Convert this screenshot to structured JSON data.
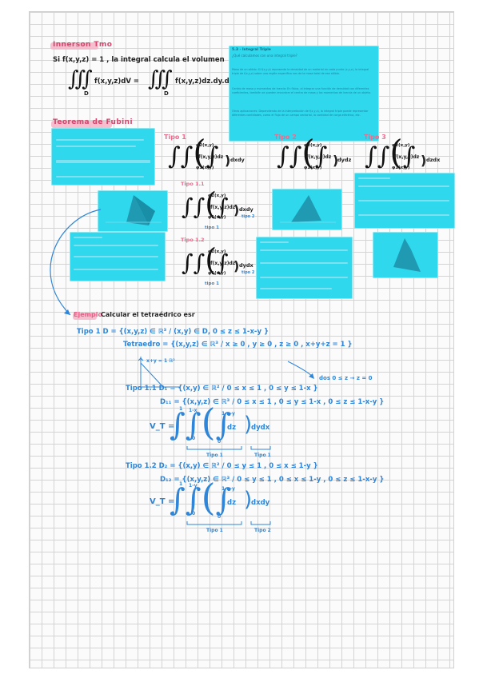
{
  "colors": {
    "accent_pink": "#d2466c",
    "accent_blue": "#2f86d8",
    "photo_cyan": "#2fd8ec",
    "highlight": "#f6b3c7"
  },
  "section1": {
    "title": "Innerson Tmo",
    "line": "Si f(x,y,z) = 1 , la integral calcula el volumen",
    "formula_left": "f(x,y,z)dV =",
    "formula_right": "f(x,y,z)dz.dy.dx",
    "sub_d": "D"
  },
  "photo_top": {
    "head": "5.3 - Integral Triple",
    "question": "¿Qué calculamos con una integral triple?",
    "p1": "Masa de un sólido: Si f(x,y,z) representa la densidad de un material en cada punto (x,y,z), la integral triple de f(x,y,z) sobre una región específica nos da la masa total de ese sólido.",
    "p2": "Centro de masa y momentos de inercia: En física, al integrar una función de densidad con diferentes coeficientes, también se pueden encontrar el centro de masa y los momentos de inercia de un objeto.",
    "p3": "Otras aplicaciones: Dependiendo de la interpretación de f(x,y,z), la integral triple puede representar diferentes cantidades, como el flujo de un campo vectorial, la cantidad de carga eléctrica, etc."
  },
  "section2": {
    "title": "Teorema de Fubini",
    "tipo1": "Tipo 1",
    "tipo2": "Tipo 2",
    "tipo3": "Tipo 3",
    "tipo11": "Tipo 1.1",
    "tipo12": "Tipo 1.2",
    "phi2": "φ2(x,y)",
    "f_inner": "f(x,y,z)dz",
    "phi1": "φ1(x,y)",
    "dxdy": "dxdy",
    "dydz": "dydz",
    "dzdx": "dzdx",
    "dxdy_short": "dxdy",
    "dydx": "dydx",
    "tipo2_small": "tipo 2",
    "tipo1_small": "tipo 1"
  },
  "example": {
    "label": "Ejemplo",
    "heading": "Calcular el tetraédrico esr",
    "tipo1_def": "Tipo 1    D = {(x,y,z) ∈ ℝ³ / (x,y) ∈ D,   0 ≤ z ≤ 1-x-y }",
    "tetra": "Tetraedro = {(x,y,z) ∈ ℝ³ / x ≥ 0 , y ≥ 0 , z ≥ 0 , x+y+z = 1 }",
    "sketch_label": "x+y = 1   ℝ²",
    "arrow_note": "dos  0 ≤ z  → z = 0",
    "tipo11_def": "Tipo 1.1  D₁ = {(x,y) ∈ ℝ² / 0 ≤ x ≤ 1 , 0 ≤ y ≤ 1-x }",
    "d11_def": "D₁₁ = {(x,y,z) ∈ ℝ³ / 0 ≤ x ≤ 1 , 0 ≤ y ≤ 1-x , 0 ≤ z ≤ 1-x-y }",
    "vt": "V_T =",
    "upper_outer": "1",
    "upper_mid1": "1-x",
    "upper_inner1": "1-x-y",
    "lower": "0",
    "dz": "dz",
    "dydx": "dydx",
    "brace_a1": "Tipo 1",
    "brace_b1": "Tipo 1",
    "tipo12_def": "Tipo 1.2  D₂ = {(x,y) ∈ ℝ² / 0 ≤ y ≤ 1 , 0 ≤ x ≤ 1-y }",
    "d12_def": "D₁₂ = {(x,y,z) ∈ ℝ³ / 0 ≤ y ≤ 1 , 0 ≤ x ≤ 1-y , 0 ≤ z ≤ 1-x-y }",
    "upper_mid2": "1-y",
    "upper_inner2": "1-x-y",
    "dxdy": "dxdy",
    "brace_a2": "Tipo 1",
    "brace_b2": "Tipo 2"
  }
}
